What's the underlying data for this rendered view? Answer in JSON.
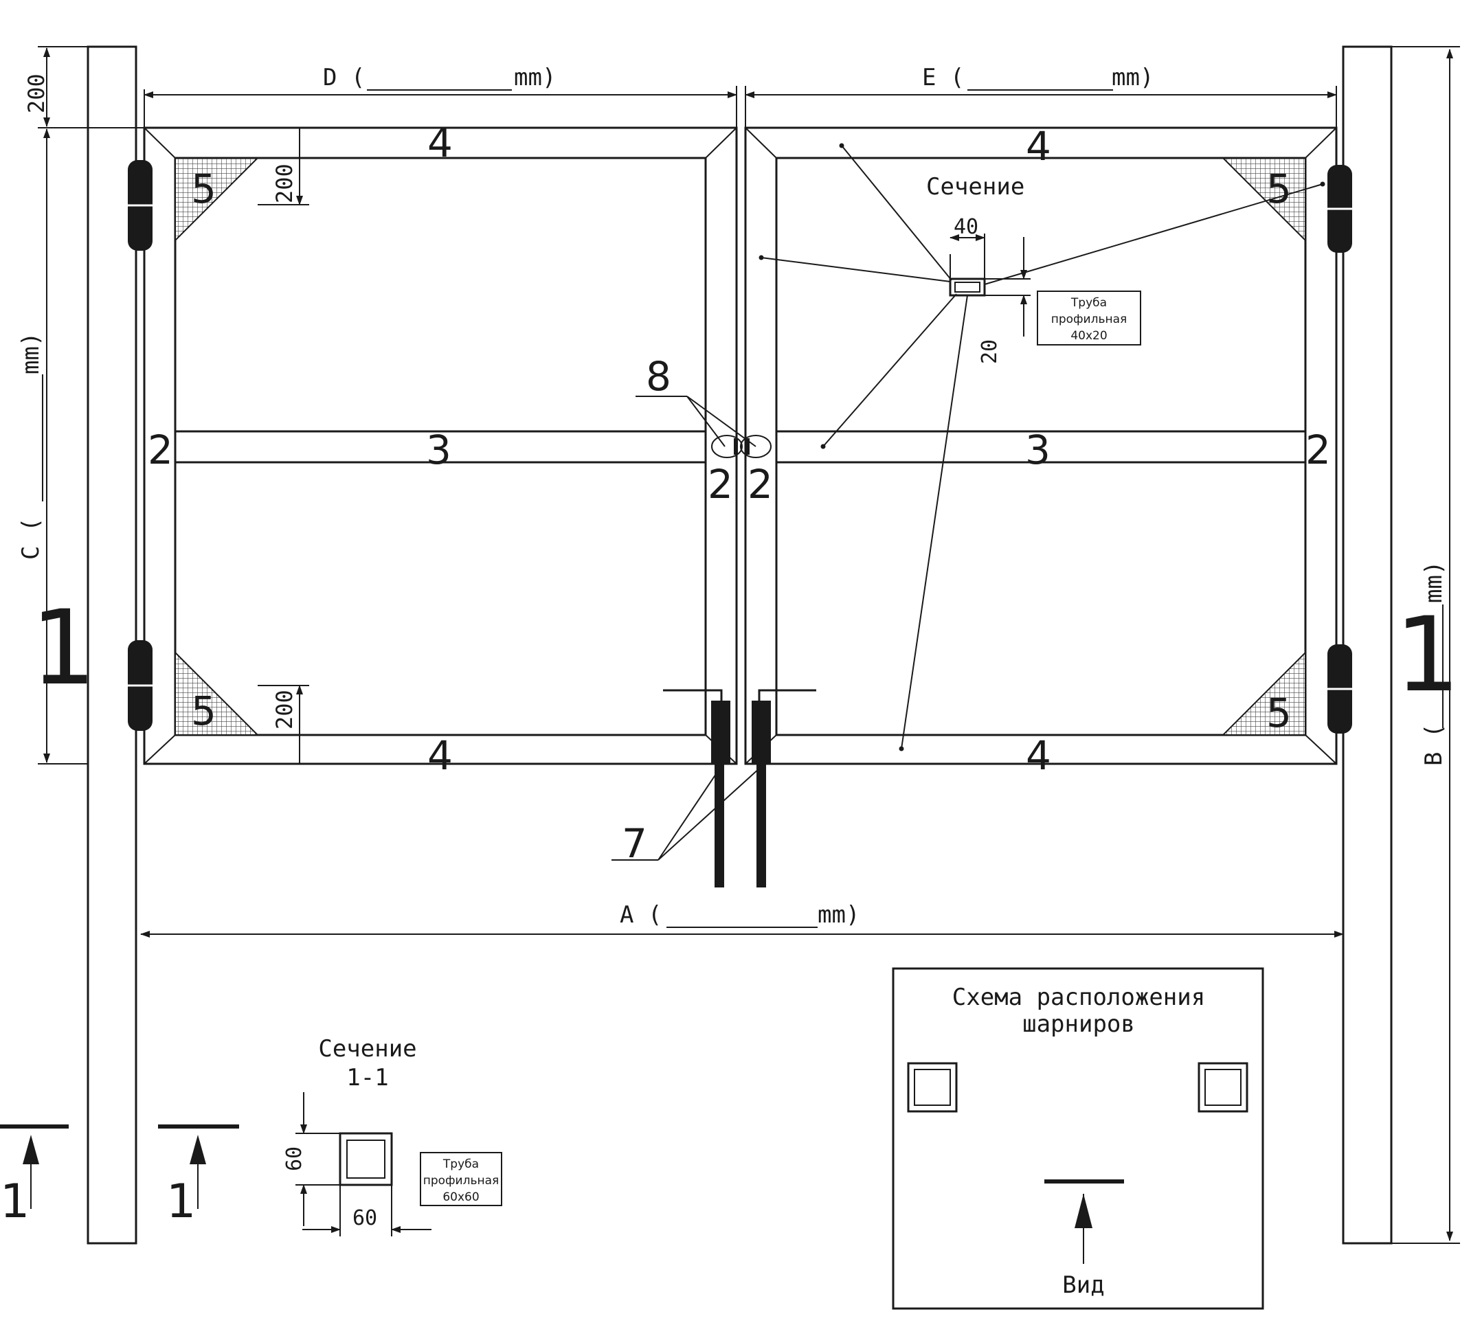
{
  "dimensions": {
    "A": "A (",
    "B": "B (",
    "C": "C (",
    "D": "D (",
    "E": "E (",
    "unit": "mm)",
    "top_gap": "200",
    "corner_top": "200",
    "corner_bottom": "200"
  },
  "parts": {
    "post": "1",
    "vertical": "2",
    "middle": "3",
    "horizontal": "4",
    "gusset": "5",
    "latch": "7",
    "bolt": "8"
  },
  "section_top": {
    "title": "Сечение",
    "width": "40",
    "height": "20",
    "tag": [
      "Труба",
      "профильная",
      "40x20"
    ]
  },
  "section_post": {
    "title": "Сечение",
    "subtitle": "1-1",
    "width": "60",
    "height": "60",
    "tag": [
      "Труба",
      "профильная",
      "60x60"
    ],
    "marker": "1"
  },
  "hinges_box": {
    "title_line1": "Схема расположения",
    "title_line2": "шарниров",
    "view": "Вид"
  }
}
